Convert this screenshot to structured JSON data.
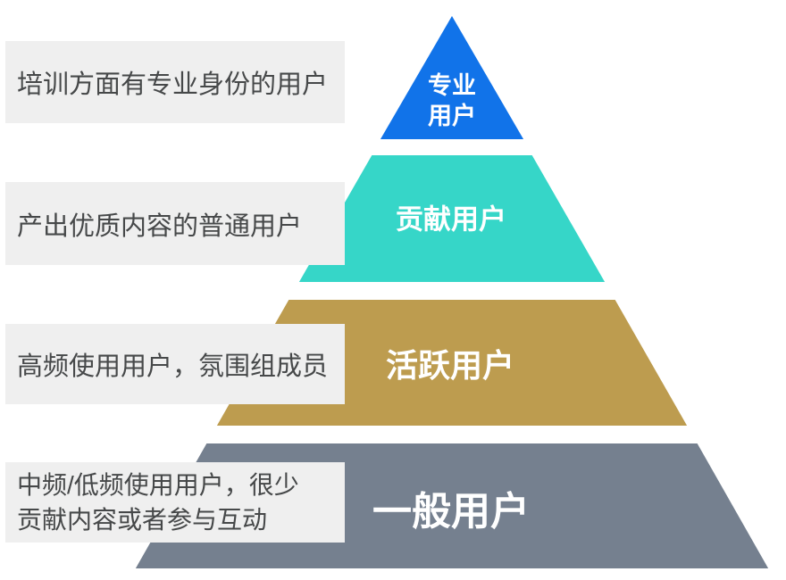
{
  "pyramid": {
    "outline_color": "#FFFFFF",
    "tiers": [
      {
        "id": "professional-users",
        "name": "专业用户",
        "name_lines": [
          "专业",
          "用户"
        ],
        "color": "#1173E9",
        "description": "培训方面有专业身份的用户"
      },
      {
        "id": "contributing-users",
        "name": "贡献用户",
        "color": "#36D6C8",
        "description": "产出优质内容的普通用户"
      },
      {
        "id": "active-users",
        "name": "活跃用户",
        "color": "#BD9C4F",
        "description": "高频使用用户，氛围组成员"
      },
      {
        "id": "general-users",
        "name": "一般用户",
        "color": "#75808F",
        "description": "中频/低频使用用户，很少贡献内容或者参与互动",
        "description_lines": [
          "中频/低频使用用户，很少",
          "贡献内容或者参与互动"
        ]
      }
    ],
    "description_box": {
      "background": "#EFEFEF",
      "text_color": "#464849"
    }
  }
}
